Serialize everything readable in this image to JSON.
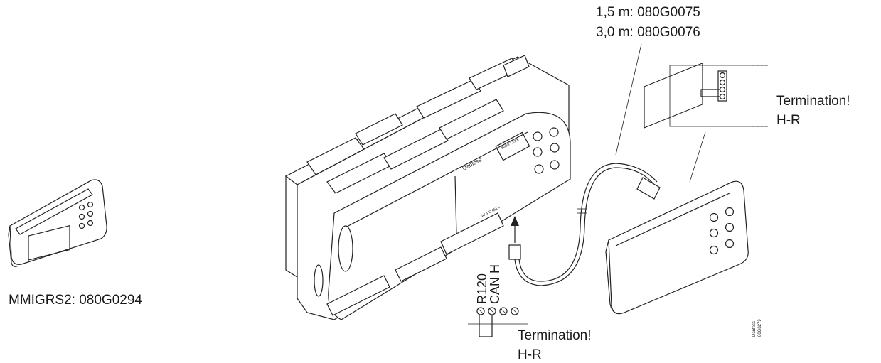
{
  "display_left": {
    "part_label": "MMIGRS2: 080G0294"
  },
  "cable": {
    "line1": "1,5 m: 080G0075",
    "line2": "3,0 m: 080G0076"
  },
  "termination_right": {
    "line1": "Termination!",
    "line2": "H-R"
  },
  "termination_bottom": {
    "line1": "Termination!",
    "line2": "H-R"
  },
  "terminal": {
    "pin1": "R120",
    "pin2": "CAN H"
  },
  "controller": {
    "brand_text": "Danfoss",
    "model_text": "AK-PC 651A",
    "code_text": "80G8 XXXX"
  },
  "credit": {
    "brand": "Danfoss",
    "code": "80G8279"
  }
}
